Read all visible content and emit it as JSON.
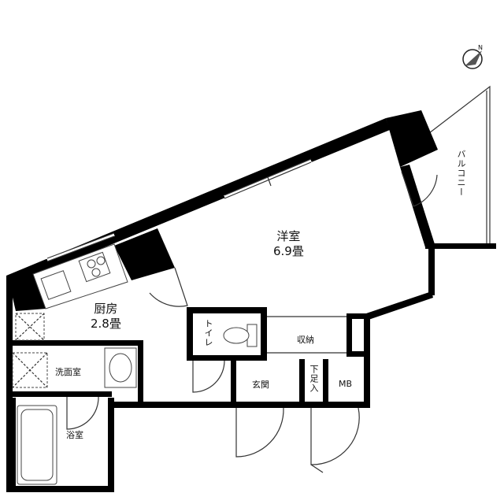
{
  "rooms": {
    "western_room": {
      "name": "洋室",
      "size": "6.9畳"
    },
    "kitchen": {
      "name": "厨房",
      "size": "2.8畳"
    },
    "toilet": "トイレ",
    "storage": "収納",
    "washroom": "洗面室",
    "entrance": "玄関",
    "shoe_box": "下足入",
    "mb": "MB",
    "bathroom": "浴室",
    "balcony": "バルコニー"
  },
  "compass": {
    "label": "N"
  }
}
